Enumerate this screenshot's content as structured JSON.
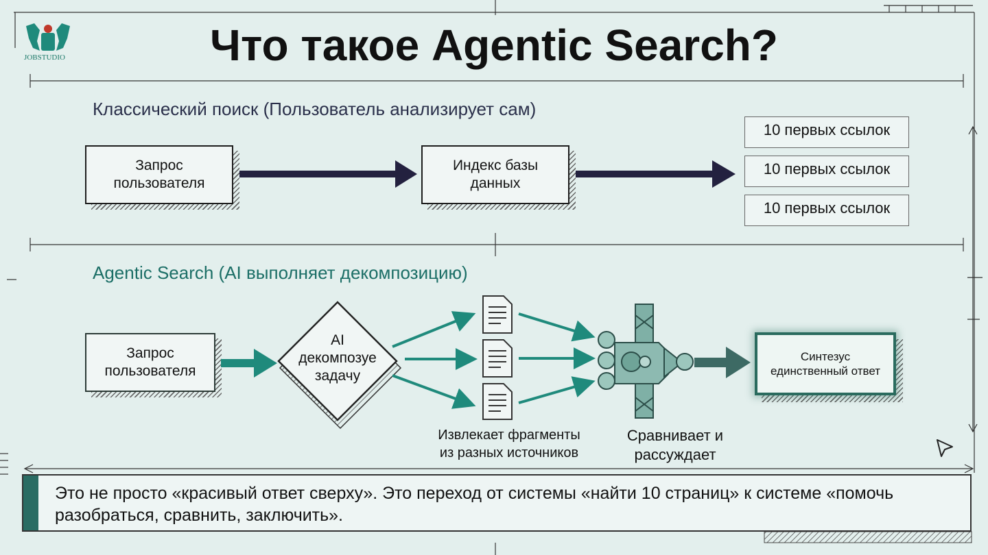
{
  "slide": {
    "title": "Что такое Agentic Search?",
    "logo_text": "JOBSTUDIO"
  },
  "classic": {
    "heading": "Классический поиск (Пользователь анализирует сам)",
    "query_box": "Запрос\nпользователя",
    "index_box": "Индекс базы\nданных",
    "results": [
      "10 первых ссылок",
      "10 первых ссылок",
      "10 первых ссылок"
    ]
  },
  "agentic": {
    "heading": "Agentic Search (AI выполняет декомпозицию)",
    "query_box": "Запрос\nпользователя",
    "decompose": "AI\nдекомпозуе\nзадачу",
    "extract_caption": "Извлекает фрагменты\nиз разных источников",
    "compare_caption": "Сравнивает и\nрассуждает",
    "synthesis": "Синтезус\nединственный ответ"
  },
  "note": {
    "text": "Это не просто «красивый ответ сверху». Это переход от системы «найти 10 страниц» к системе «помочь разобраться, сравнить, заключить»."
  },
  "colors": {
    "background": "#e3efed",
    "classic_heading": "#2a2f4a",
    "agentic_heading": "#1b6e66",
    "classic_arrow": "#23213f",
    "agentic_accent": "#1f8a7c",
    "note_bar": "#2a6c63"
  }
}
